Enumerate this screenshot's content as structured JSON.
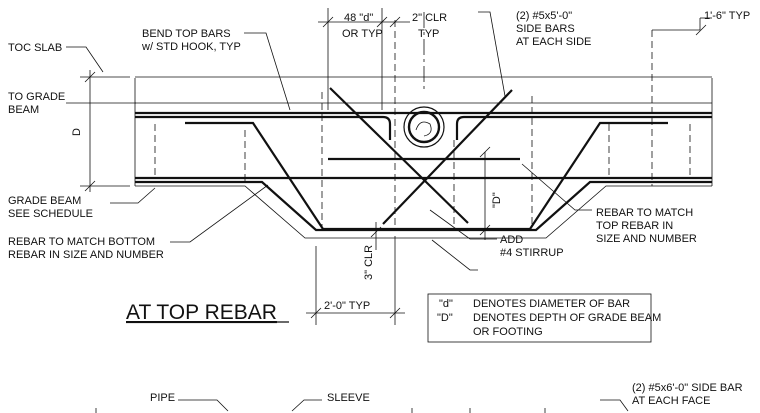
{
  "labels": {
    "toc_slab": "TOC SLAB",
    "to_grade_beam_1": "TO GRADE",
    "to_grade_beam_2": "BEAM",
    "depth_d": "D",
    "grade_beam_1": "GRADE BEAM",
    "grade_beam_2": "SEE SCHEDULE",
    "rebar_bottom_1": "REBAR TO MATCH BOTTOM",
    "rebar_bottom_2": "REBAR IN SIZE AND NUMBER",
    "bend_top_1": "BEND TOP BARS",
    "bend_top_2": "w/ STD HOOK, TYP",
    "lap_1": "48 \"d\"",
    "lap_2": "OR TYP",
    "clr_1": "2\" CLR",
    "clr_2": "TYP",
    "side_bars_1": "(2) #5x5'-0\"",
    "side_bars_2": "SIDE BARS",
    "side_bars_3": "AT EACH SIDE",
    "typ_1_6": "1'-6\" TYP",
    "depth_marker": "\"D\"",
    "rebar_top_1": "REBAR TO MATCH",
    "rebar_top_2": "TOP REBAR IN",
    "rebar_top_3": "SIZE AND NUMBER",
    "add_1": "ADD",
    "add_2": "#4 STIRRUP",
    "clr3": "3\" CLR",
    "typ_2_0": "2'-0\" TYP",
    "pipe": "PIPE",
    "sleeve": "SLEEVE",
    "side_bar_face_1": "(2) #5x6'-0\" SIDE BAR",
    "side_bar_face_2": "AT EACH FACE"
  },
  "title": "AT TOP REBAR",
  "notes": {
    "line1_key": "\"d\"",
    "line1_text": "DENOTES DIAMETER OF BAR",
    "line2_key": "\"D\"",
    "line2_text": "DENOTES DEPTH OF GRADE BEAM",
    "line3_text": "OR FOOTING"
  }
}
